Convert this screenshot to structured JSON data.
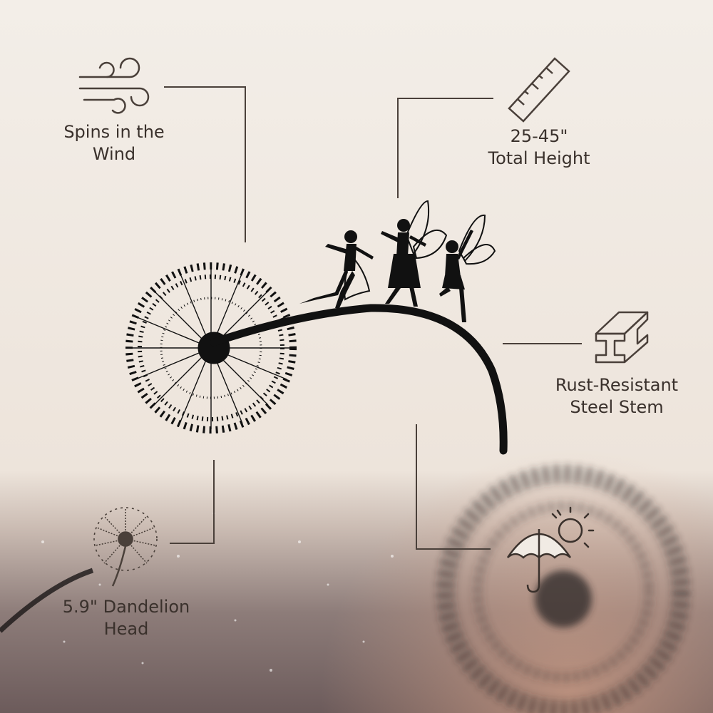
{
  "features": [
    {
      "id": "wind",
      "icon": "wind-icon",
      "lines": [
        "Spins in the",
        "Wind"
      ]
    },
    {
      "id": "height",
      "icon": "ruler-icon",
      "lines": [
        "25-45\"",
        "Total Height"
      ]
    },
    {
      "id": "stem",
      "icon": "steel-beam-icon",
      "lines": [
        "Rust-Resistant",
        "Steel Stem"
      ]
    },
    {
      "id": "head",
      "icon": "dandelion-icon",
      "lines": [
        "5.9\" Dandelion",
        "Head"
      ]
    },
    {
      "id": "weather",
      "icon": "umbrella-sun-icon",
      "lines": []
    }
  ],
  "colors": {
    "background_top": "#f1ebe4",
    "background_bottom": "#6f5e5d",
    "ink": "#3a312c",
    "silhouette": "#111111"
  }
}
